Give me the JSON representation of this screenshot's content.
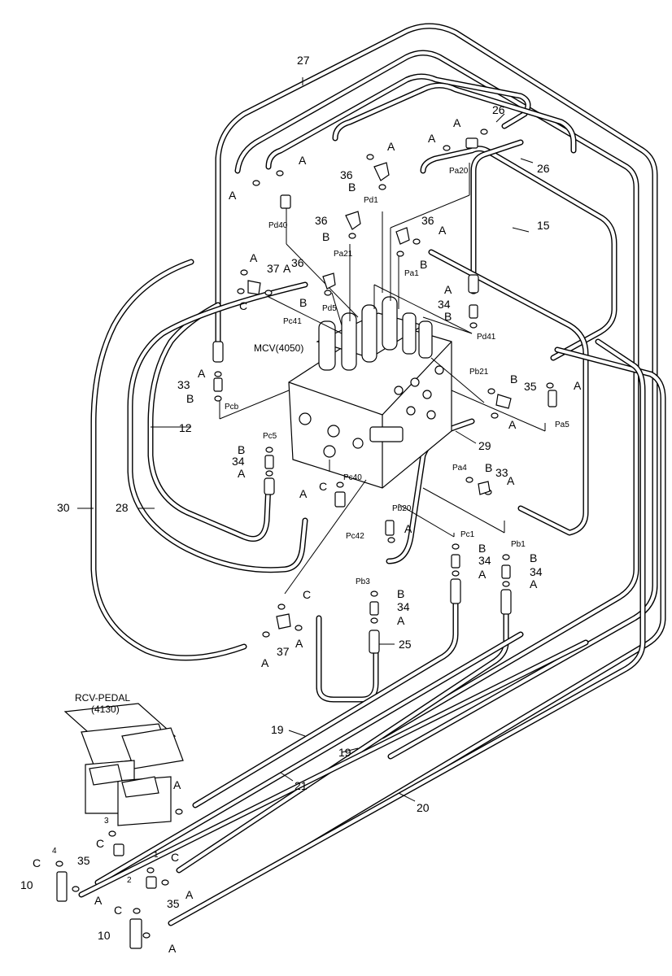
{
  "title": "",
  "components": {
    "mcv": "MCV(4050)",
    "rcv_line1": "RCV-PEDAL",
    "rcv_line2": "(4130)"
  },
  "hose_numbers": {
    "h27": "27",
    "h26a": "26",
    "h26b": "26",
    "h15": "15",
    "h12": "12",
    "h30": "30",
    "h28": "28",
    "h29": "29",
    "h25": "25",
    "h19a": "19",
    "h19b": "19",
    "h21": "21",
    "h20": "20"
  },
  "fitting_numbers": {
    "f36a": "36",
    "f36b": "36",
    "f36c": "36",
    "f36d": "36",
    "f37a": "37",
    "f37b": "37",
    "f33a": "33",
    "f33b": "33",
    "f34a": "34",
    "f34b": "34",
    "f34c": "34",
    "f34d": "34",
    "f34e": "34",
    "f35a": "35",
    "f35b": "35",
    "f35c": "35",
    "f10a": "10",
    "f10b": "10"
  },
  "letters": {
    "a": "A",
    "b": "B",
    "c": "C"
  },
  "ports": {
    "pd40": "Pd40",
    "pd1": "Pd1",
    "pa20": "Pa20",
    "pa21": "Pa21",
    "pa1": "Pa1",
    "pd5": "Pd5",
    "pc41": "Pc41",
    "pd41": "Pd41",
    "pb21": "Pb21",
    "pa5": "Pa5",
    "pcb": "Pcb",
    "pc5": "Pc5",
    "pc40": "Pc40",
    "pa4": "Pa4",
    "pb20": "Pb20",
    "pc42": "Pc42",
    "pc1": "Pc1",
    "pb1": "Pb1",
    "pb3": "Pb3"
  },
  "pedal_ports": {
    "p1": "1",
    "p2": "2",
    "p3": "3",
    "p4": "4"
  }
}
